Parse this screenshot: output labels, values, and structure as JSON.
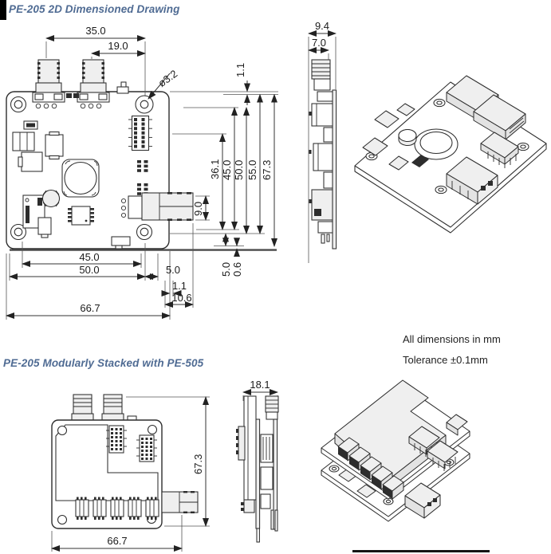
{
  "titles": {
    "top": "PE-205 2D Dimensioned Drawing",
    "bottom": "PE-205 Modularly Stacked with PE-505"
  },
  "notes": {
    "units": "All dimensions in mm",
    "tolerance": "Tolerance ±0.1mm"
  },
  "colors": {
    "title_accent": "#4f6b93",
    "line": "#2d2d2d",
    "dim_text": "#1b1b1b"
  },
  "top_view": {
    "dims": {
      "bnc1_x": "35.0",
      "bnc2_x": "19.0",
      "hole_dia": "ø3.2",
      "edge_offset_top": "1.1",
      "v36_1": "36.1",
      "v45": "45.0",
      "v50": "50.0",
      "v55": "55.0",
      "v67_3": "67.3",
      "conn_height": "9.0",
      "r5": "5.0",
      "r0_6": "0.6",
      "h45": "45.0",
      "h50": "50.0",
      "h5": "5.0",
      "h1_1": "1.1",
      "h10_6": "10.6",
      "width_total": "66.7"
    }
  },
  "side_view": {
    "dims": {
      "depth_total": "9.4",
      "depth_bnc": "7.0"
    }
  },
  "stacked_front": {
    "dims": {
      "height": "67.3",
      "width": "66.7"
    }
  },
  "stacked_side": {
    "dims": {
      "depth_total": "18.1"
    }
  }
}
